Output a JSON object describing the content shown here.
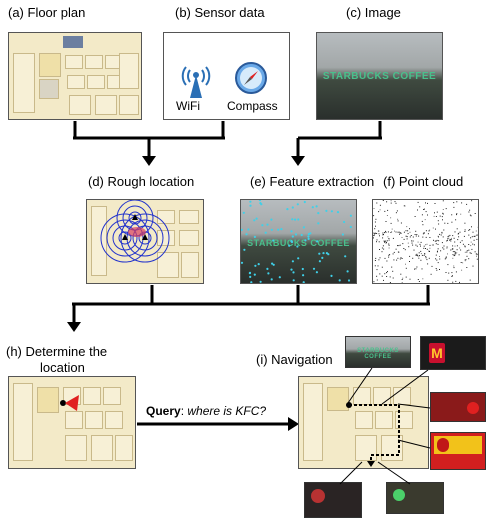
{
  "captions": {
    "floor_plan": "(a) Floor plan",
    "sensor_data": "(b) Sensor data",
    "image": "(c) Image",
    "rough_location": "(d) Rough location",
    "feature_extraction": "(e) Feature extraction",
    "point_cloud": "(f) Point cloud",
    "determine_location_line1": "(h) Determine the",
    "determine_location_line2": "location",
    "navigation": "(i) Navigation"
  },
  "sensors": {
    "wifi": "WiFi",
    "compass": "Compass"
  },
  "photo_text": {
    "starbucks": "STARBUCKS COFFEE",
    "feature_starbucks": "STARBUCKS COFFEE"
  },
  "query": {
    "label": "Query",
    "text": "where is KFC?"
  },
  "colors": {
    "arrow": "#000000",
    "wifi_blue": "#2a6fb5",
    "sb_green": "#49c08c",
    "marker_red": "#e02020",
    "keypoint": "#3fd0e8"
  }
}
